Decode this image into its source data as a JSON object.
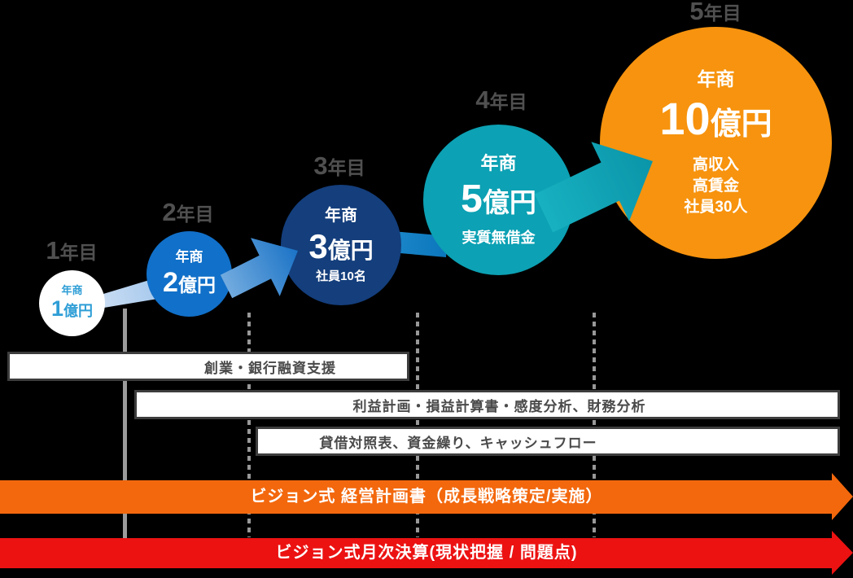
{
  "milestones": [
    {
      "year_num": "1",
      "year_suffix": "年目",
      "prefix": "年商",
      "amount_num": "1",
      "amount_unit": "億円",
      "notes": []
    },
    {
      "year_num": "2",
      "year_suffix": "年目",
      "prefix": "年商",
      "amount_num": "2",
      "amount_unit": "億円",
      "notes": []
    },
    {
      "year_num": "3",
      "year_suffix": "年目",
      "prefix": "年商",
      "amount_num": "3",
      "amount_unit": "億円",
      "notes": [
        "社員10名"
      ]
    },
    {
      "year_num": "4",
      "year_suffix": "年目",
      "prefix": "年商",
      "amount_num": "5",
      "amount_unit": "億円",
      "notes": [
        "実質無借金"
      ]
    },
    {
      "year_num": "5",
      "year_suffix": "年目",
      "prefix": "年商",
      "amount_num": "10",
      "amount_unit": "億円",
      "notes": [
        "高収入",
        "高賃金",
        "社員30人"
      ]
    }
  ],
  "support_bars": [
    {
      "label": "創業・銀行融資支援"
    },
    {
      "label": "利益計画・損益計算書・感度分析、財務分析"
    },
    {
      "label": "貸借対照表、資金繰り、キャッシュフロー"
    }
  ],
  "timeline_bars": [
    {
      "label": "ビジョン式 経営計画書（成長戦略策定/実施）",
      "color": "#f3680d"
    },
    {
      "label": "ビジョン式月次決算(現状把握 / 問題点)",
      "color": "#ec1212"
    }
  ],
  "colors": {
    "background": "#000000",
    "circle_year1": "#ffffff",
    "circle_year1_text": "#2f9ed6",
    "circle_year2": "#1170c9",
    "circle_year3": "#143e7c",
    "circle_year4": "#0ca1b4",
    "circle_year5": "#f7930e",
    "connector_light_blue": "#bcd5f0",
    "connector_blue": "#1b73c6",
    "connector_teal": "#0da4b6",
    "gridline_gray": "#9b9b9b",
    "support_bar_text": "#4a4a4a",
    "year_label_gray": "#505050"
  }
}
